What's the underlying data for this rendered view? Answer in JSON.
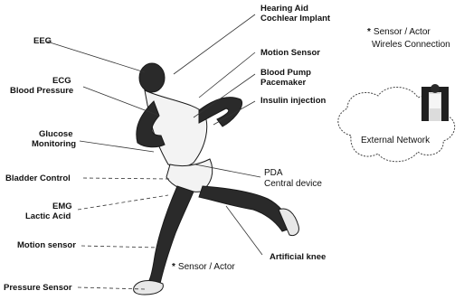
{
  "labels_left": [
    {
      "id": "eeg",
      "text": "EEG"
    },
    {
      "id": "ecg",
      "text": "ECG"
    },
    {
      "id": "blood-pressure",
      "text": "Blood Pressure"
    },
    {
      "id": "glucose",
      "text": "Glucose"
    },
    {
      "id": "monitoring",
      "text": "Monitoring"
    },
    {
      "id": "bladder",
      "text": "Bladder Control"
    },
    {
      "id": "emg",
      "text": "EMG"
    },
    {
      "id": "lactic",
      "text": "Lactic Acid"
    },
    {
      "id": "motion-left",
      "text": "Motion sensor"
    },
    {
      "id": "pressure",
      "text": "Pressure Sensor"
    }
  ],
  "labels_right": [
    {
      "id": "hearing",
      "text": "Hearing Aid"
    },
    {
      "id": "cochlear",
      "text": "Cochlear Implant"
    },
    {
      "id": "motion-right",
      "text": "Motion Sensor"
    },
    {
      "id": "blood-pump",
      "text": "Blood Pump"
    },
    {
      "id": "pacemaker",
      "text": "Pacemaker"
    },
    {
      "id": "insulin",
      "text": "Insulin injection"
    },
    {
      "id": "pda",
      "text": "PDA"
    },
    {
      "id": "central",
      "text": "Central device"
    },
    {
      "id": "knee",
      "text": "Artificial knee"
    }
  ],
  "legend": {
    "sensor_actor_top": "Sensor / Actor",
    "wireless": "Wireles Connection",
    "sensor_actor_bottom": "Sensor / Actor",
    "bullet": "*"
  },
  "network": {
    "label": "External Network"
  }
}
